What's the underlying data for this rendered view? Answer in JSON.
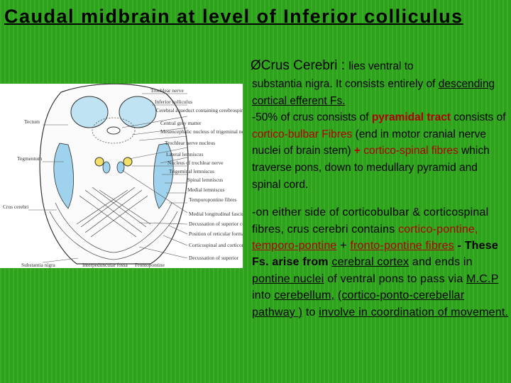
{
  "title": "Caudal midbrain at level of Inferior colliculus",
  "heading": {
    "bullet": "Ø",
    "label": "Crus Cerebri : ",
    "rest": "lies ventral to"
  },
  "para1": {
    "t1": "substantia nigra. It consists entirely of ",
    "t2": "descending cortical efferent Fs.",
    "t3": "-50% of crus consists of ",
    "t4": "pyramidal tract",
    "t5": " consists of ",
    "t6": "cortico-bulbar Fibres",
    "t7": " (end in motor cranial nerve nuclei of brain stem) ",
    "t8": "+",
    "t9": " cortico-spinal fibres",
    "t10": " which traverse pons, down to medullary pyramid and spinal cord."
  },
  "para2": {
    "t1": "-on either side of corticobulbar & corticospinal fibres, crus cerebri contains ",
    "t2": "cortico-pontine,",
    "t3": "temporo-pontine",
    "t4": " + ",
    "t5": "fronto-pontine fibres",
    "t6": " - These Fs. arise from ",
    "t7": "cerebral cortex",
    "t8": " and ends in ",
    "t9": "pontine nuclei",
    "t10": " of ventral pons to pass via ",
    "t11": "M.C.P",
    "t12": " into ",
    "t13": "cerebellum,",
    "t14": "(cortico-ponto-cerebellar pathway )",
    "t15": " to ",
    "t16": "involve in coordination of movement."
  },
  "figure": {
    "left_labels": [
      "Tectum",
      "Tegmentum",
      "Crus cerebri",
      "Substantia nigra"
    ],
    "right_labels": [
      "Trochlear nerve",
      "Inferior colliculus",
      "Cerebral aqueduct containing cerebrospinal fluid",
      "Central grey matter",
      "Mesencephalic nucleus of trigeminal nerve",
      "Trochlear nerve nucleus",
      "Lateral lemniscus",
      "Nucleus of trochlear nerve",
      "Trigeminal lemniscus",
      "Spinal lemniscus",
      "Medial lemniscus",
      "Temporopontine fibres",
      "Medial longitudinal fasciculus",
      "Decussation of superior cerebellar peduncles",
      "Position of reticular formation",
      "Corticospinal and corticonuclear fibres",
      "Decussation of superior"
    ],
    "bottom_labels": [
      "Interpeduncular fossa",
      "Frontopontine"
    ]
  },
  "colors": {
    "background": "#2fa81c",
    "accent_red": "#b00000",
    "figure_blue": "#a9d8ee",
    "figure_yellow": "#f2e066"
  }
}
